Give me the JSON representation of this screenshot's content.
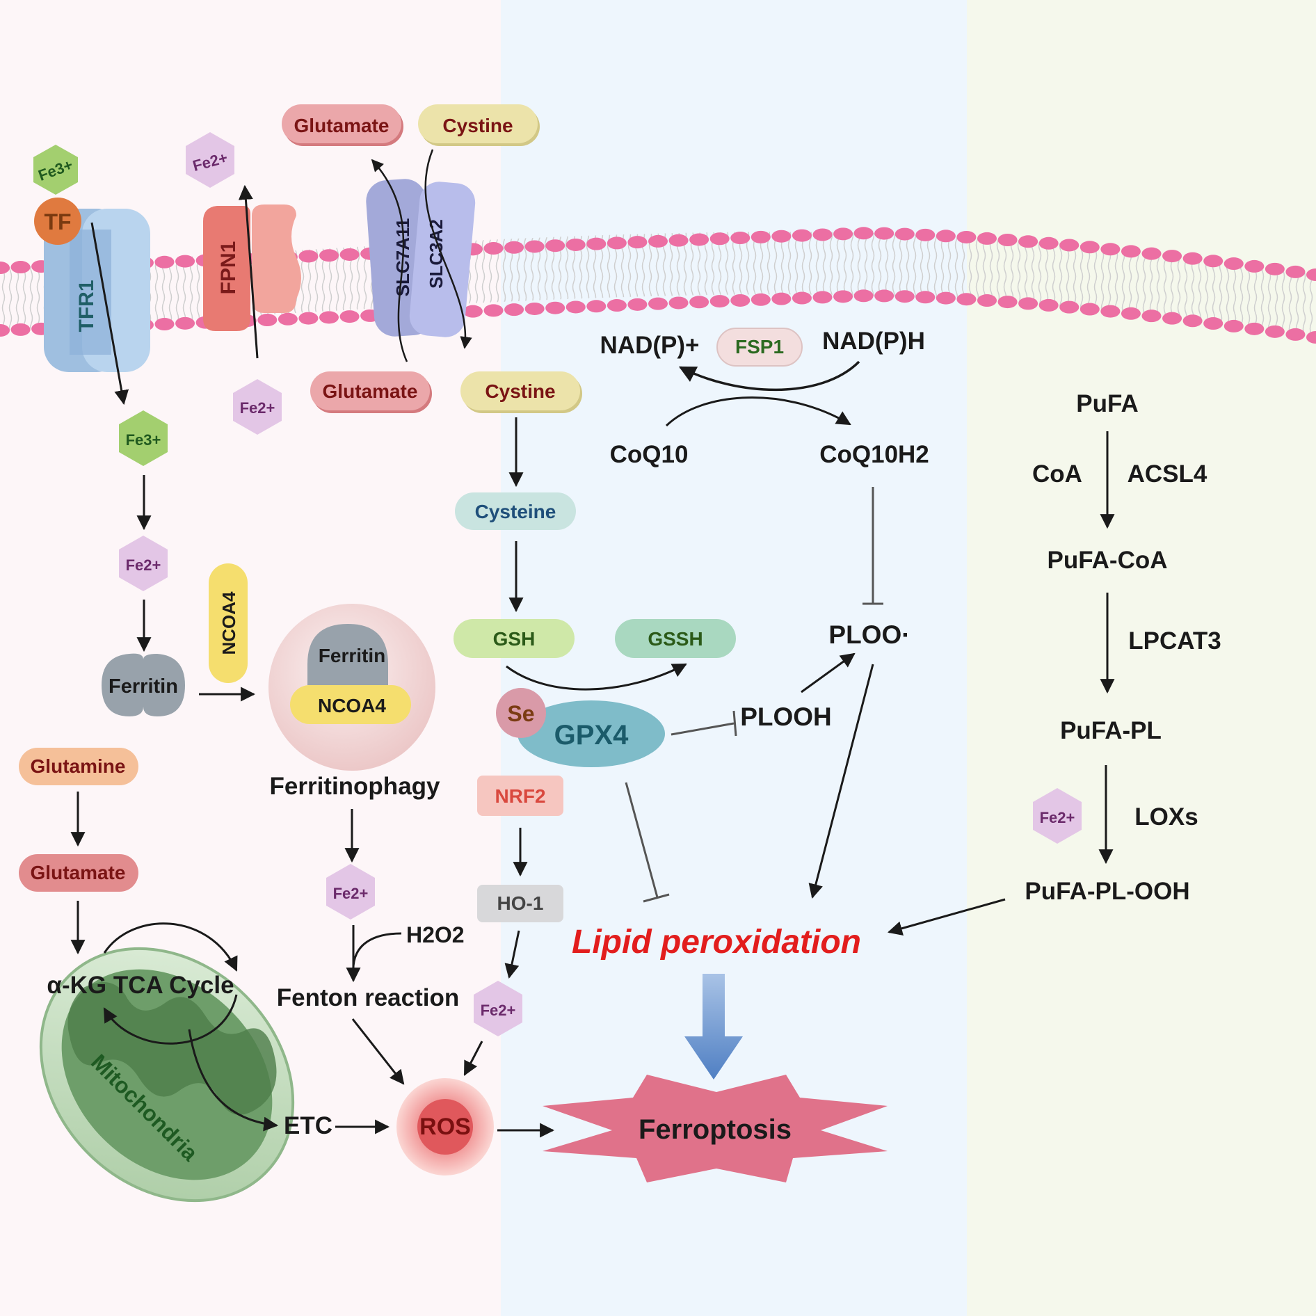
{
  "transport": {
    "tf": "TF",
    "tfr1": "TFR1",
    "fpn1": "FPN1",
    "slc7a11": "SLC7A11",
    "slc3a2": "SLC3A2",
    "fe3_out": "Fe3+",
    "fe2_out": "Fe2+",
    "fe2_in": "Fe2+",
    "glutamate_out": "Glutamate",
    "cystine_out": "Cystine",
    "glutamate_in": "Glutamate",
    "cystine_in": "Cystine"
  },
  "iron": {
    "fe3": "Fe3+",
    "fe2": "Fe2+",
    "ferritin": "Ferritin",
    "ncoa4": "NCOA4",
    "ferritin_in": "Ferritin",
    "ncoa4_in": "NCOA4",
    "ferritinophagy": "Ferritinophagy",
    "fe2_after": "Fe2+",
    "h2o2": "H2O2",
    "fenton": "Fenton reaction",
    "fe2_ho1": "Fe2+"
  },
  "glutamine": {
    "glutamine": "Glutamine",
    "glutamate": "Glutamate",
    "akg_tca": "α-KG TCA Cycle",
    "mitochondria": "Mitochondria",
    "etc": "ETC",
    "ros": "ROS"
  },
  "gsh": {
    "cysteine": "Cysteine",
    "gsh": "GSH",
    "gssh": "GSSH",
    "se": "Se",
    "gpx4": "GPX4",
    "nrf2": "NRF2",
    "ho1": "HO-1"
  },
  "fsp1": {
    "nadp": "NAD(P)+",
    "fsp1": "FSP1",
    "nadph": "NAD(P)H",
    "coq10": "CoQ10",
    "coq10h2": "CoQ10H2",
    "ploo": "PLOO·",
    "plooh": "PLOOH"
  },
  "lipid": {
    "pufa": "PuFA",
    "coa": "CoA",
    "acsl4": "ACSL4",
    "pufa_coa": "PuFA-CoA",
    "lpcat3": "LPCAT3",
    "pufa_pl": "PuFA-PL",
    "fe2": "Fe2+",
    "loxs": "LOXs",
    "pufa_pl_ooh": "PuFA-PL-OOH"
  },
  "outcome": {
    "lipid_peroxidation": "Lipid peroxidation",
    "ferroptosis": "Ferroptosis"
  },
  "colors": {
    "left_bg": "#fdf6f8",
    "mid_bg": "#eef6fd",
    "right_bg": "#f5f8ec",
    "membrane_head": "#ec6fa3",
    "lipid_peroxidation": "#e21d1d",
    "ferroptosis_star": "#e0728a",
    "down_arrow": "#5a86c7"
  }
}
